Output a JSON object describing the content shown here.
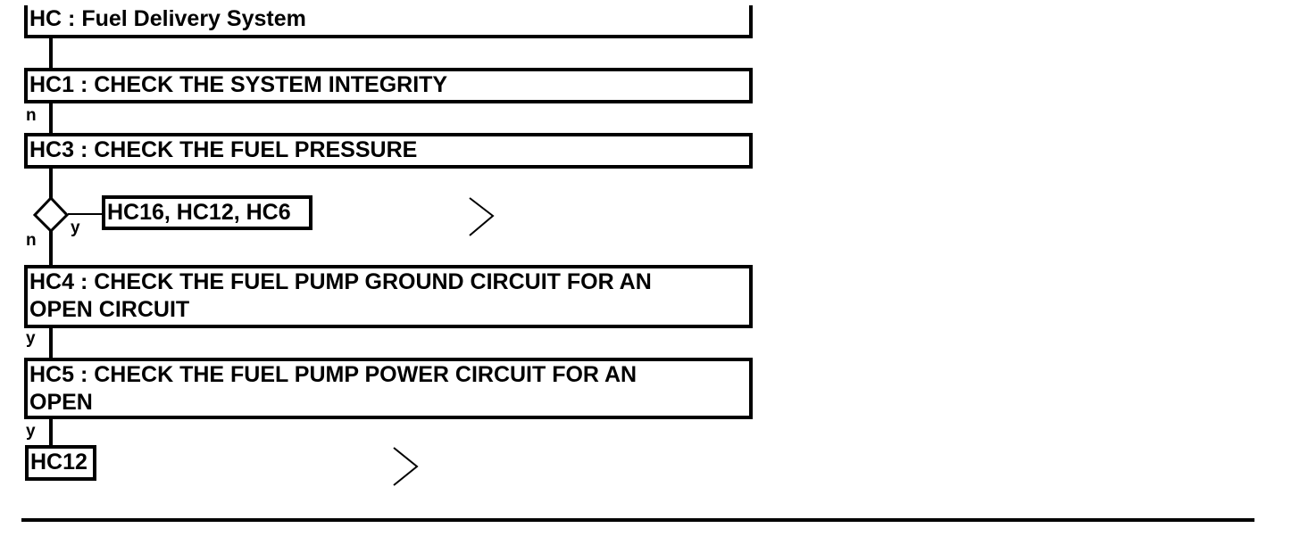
{
  "flowchart": {
    "title": "HC : Fuel Delivery System",
    "steps": [
      {
        "id": "hc1",
        "text": "HC1 : CHECK THE SYSTEM INTEGRITY",
        "exit_label": "n"
      },
      {
        "id": "hc3",
        "text": "HC3 : CHECK THE FUEL PRESSURE"
      },
      {
        "id": "hc4",
        "line1": "HC4 : CHECK THE FUEL PUMP GROUND CIRCUIT FOR AN",
        "line2": "OPEN CIRCUIT",
        "exit_label": "y"
      },
      {
        "id": "hc5",
        "line1": "HC5 : CHECK THE FUEL PUMP POWER CIRCUIT FOR AN",
        "line2": "OPEN",
        "exit_label": "y"
      }
    ],
    "decision": {
      "yes_label": "y",
      "no_label": "n",
      "yes_target": "HC16, HC12, HC6"
    },
    "final_target": "HC12"
  }
}
